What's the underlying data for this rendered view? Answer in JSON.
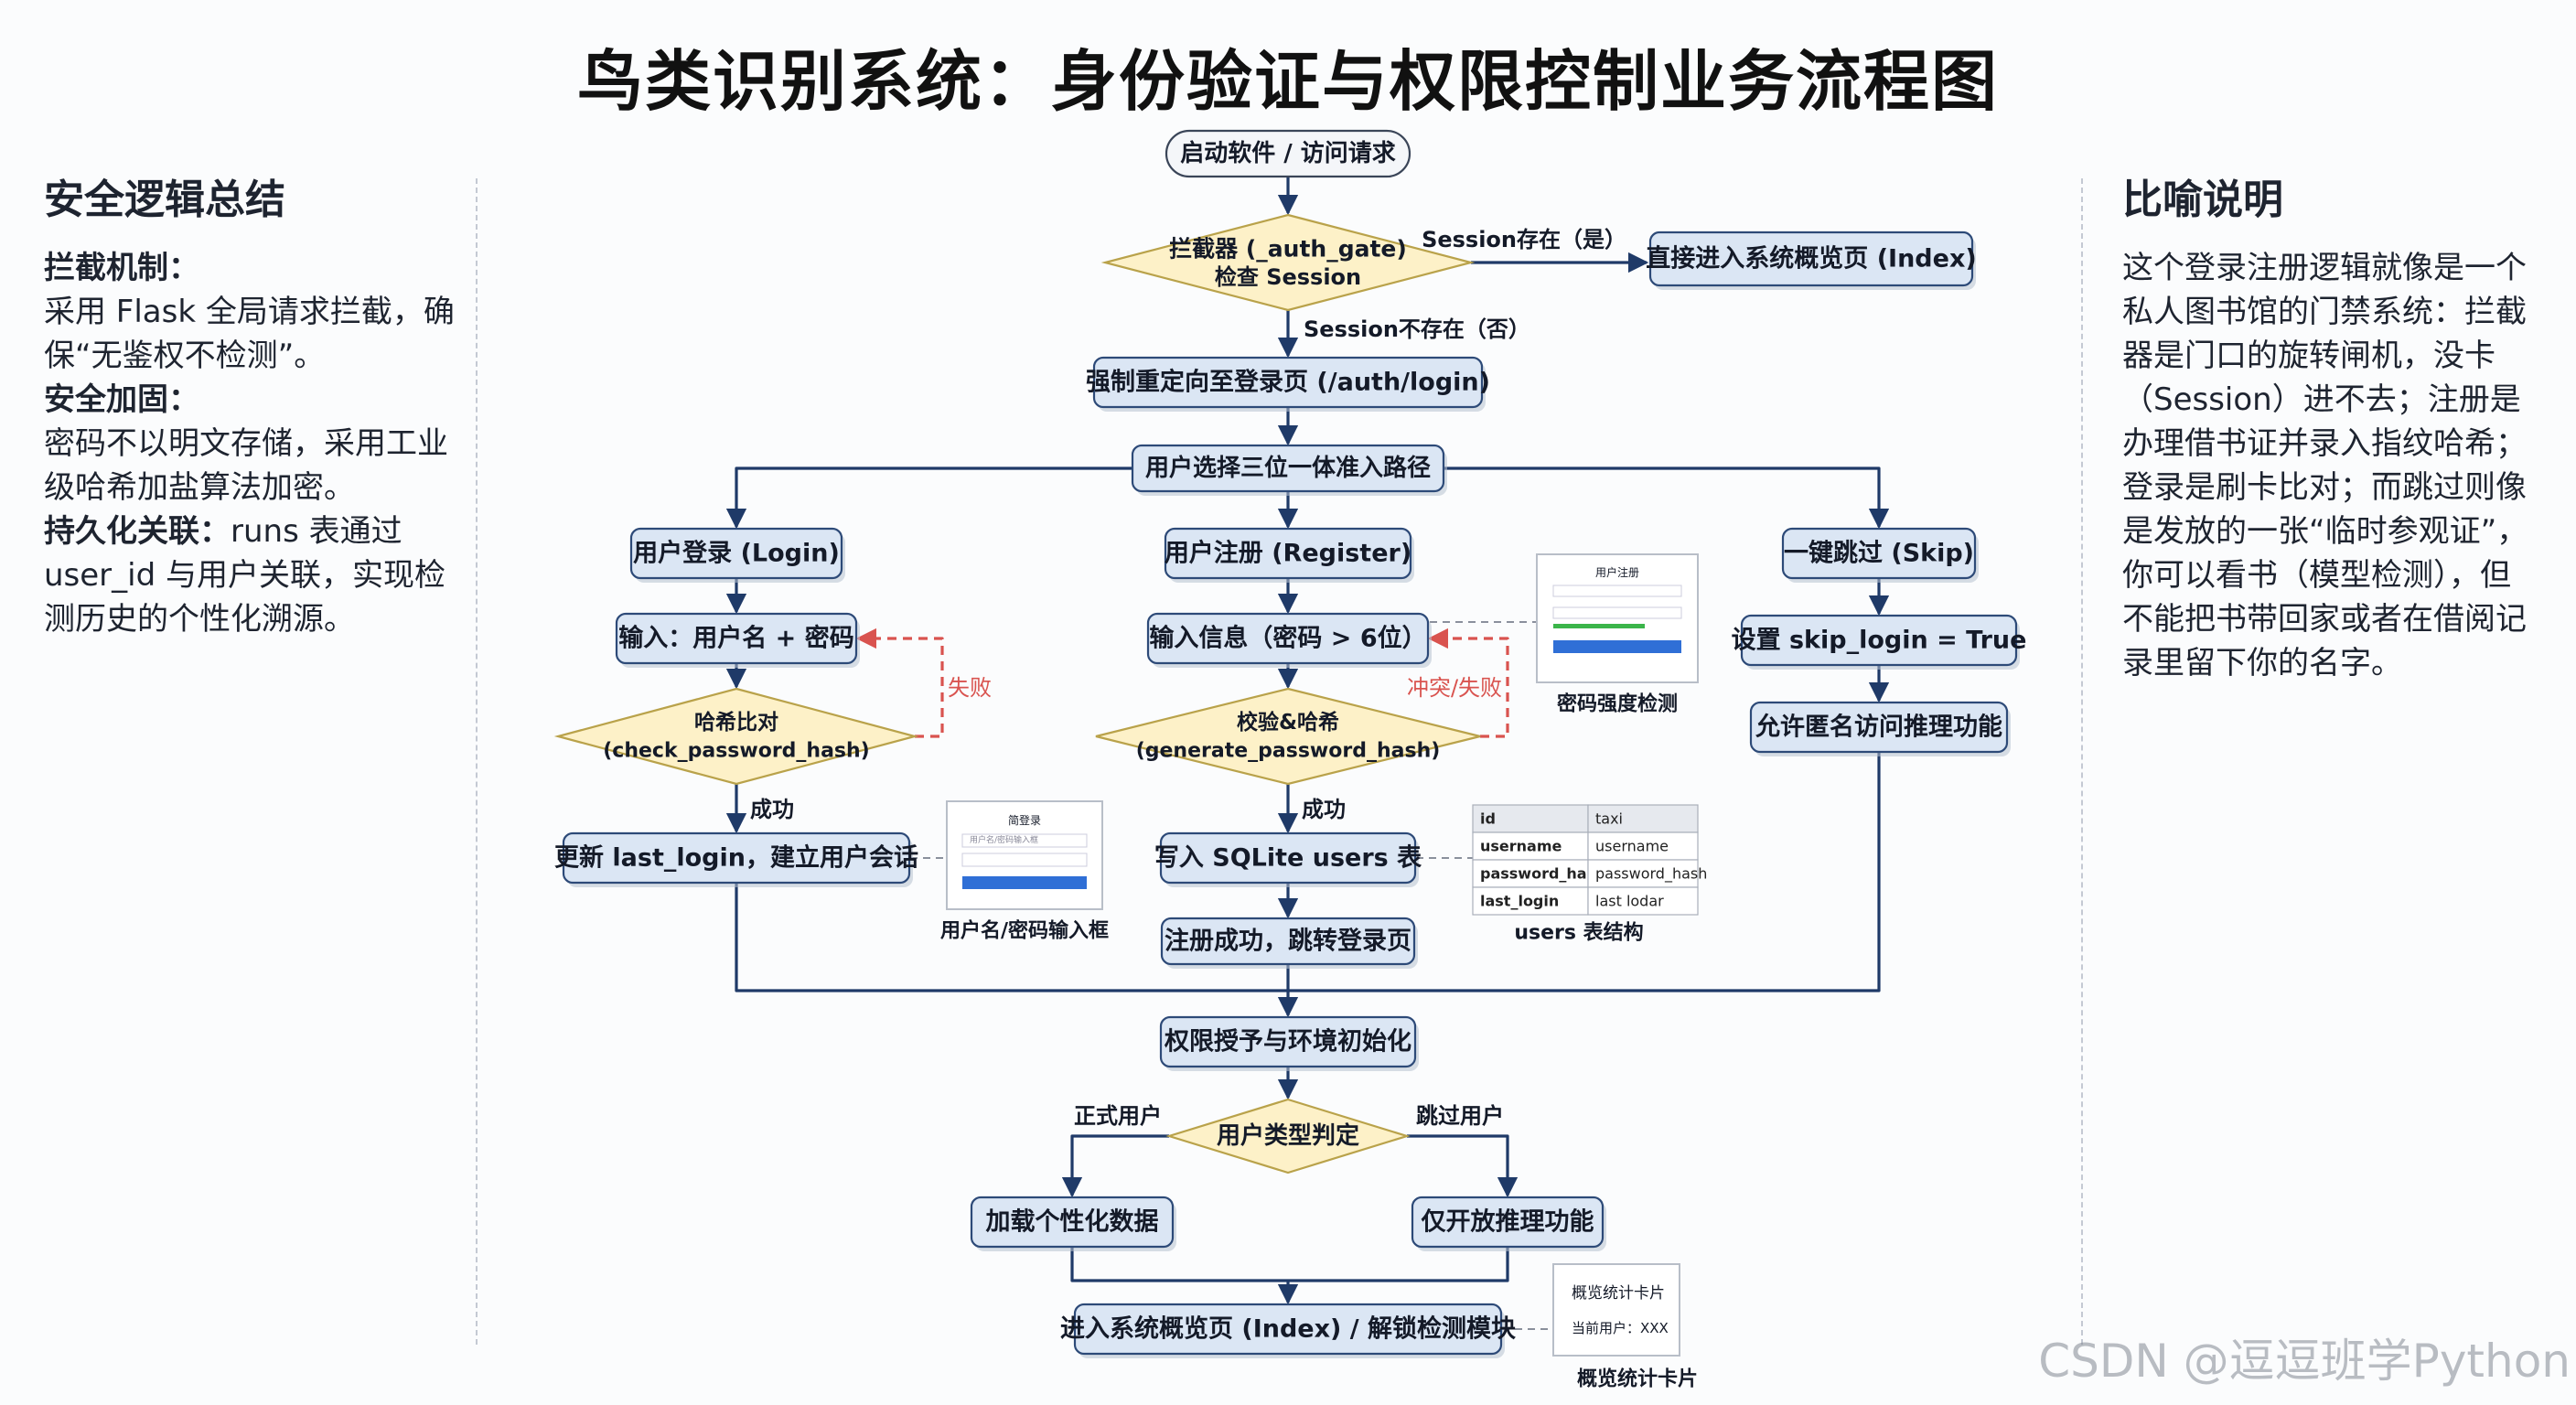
{
  "title": "鸟类识别系统：身份验证与权限控制业务流程图",
  "left_panel": {
    "heading": "安全逻辑总结",
    "items": [
      {
        "label": "拦截机制：",
        "text": "采用 Flask 全局请求拦截，确保“无鉴权不检测”。"
      },
      {
        "label": "安全加固：",
        "text": "密码不以明文存储，采用工业级哈希加盐算法加密。"
      },
      {
        "label": "持久化关联：",
        "text": "runs 表通过 user_id 与用户关联，实现检测历史的个性化溯源。"
      }
    ]
  },
  "right_panel": {
    "heading": "比喻说明",
    "text": "这个登录注册逻辑就像是一个私人图书馆的门禁系统：拦截器是门口的旋转闸机，没卡（Session）进不去；注册是办理借书证并录入指纹哈希；登录是刷卡比对；而跳过则像是发放的一张“临时参观证”，你可以看书（模型检测），但不能把书带回家或者在借阅记录里留下你的名字。"
  },
  "nodes": {
    "start": "启动软件 / 访问请求",
    "gate_l1": "拦截器 (_auth_gate)",
    "gate_l2": "检查 Session",
    "direct": "直接进入系统概览页 (Index)",
    "redirect": "强制重定向至登录页 (/auth/login)",
    "choose": "用户选择三位一体准入路径",
    "login": "用户登录 (Login)",
    "register": "用户注册 (Register)",
    "skip": "一键跳过 (Skip)",
    "input_login": "输入：用户名 + 密码",
    "input_reg": "输入信息（密码 > 6位）",
    "set_skip": "设置 skip_login = True",
    "check_l1": "哈希比对",
    "check_l2": "(check_password_hash)",
    "gen_l1": "校验&哈希",
    "gen_l2": "(generate_password_hash)",
    "anon": "允许匿名访问推理功能",
    "update": "更新 last_login，建立用户会话",
    "write": "写入 SQLite users 表",
    "reg_ok": "注册成功，跳转登录页",
    "grant": "权限授予与环境初始化",
    "type": "用户类型判定",
    "personal": "加载个性化数据",
    "infer_only": "仅开放推理功能",
    "enter": "进入系统概览页 (Index) / 解锁检测模块"
  },
  "edge_labels": {
    "session_yes": "Session存在（是）",
    "session_no": "Session不存在（否）",
    "fail": "失败",
    "conflict": "冲突/失败",
    "success": "成功",
    "formal_user": "正式用户",
    "skip_user": "跳过用户"
  },
  "thumbs": {
    "login_form": {
      "title": "简登录",
      "placeholder": "用户名/密码输入框",
      "caption": "用户名/密码输入框"
    },
    "pwd_strength": {
      "title": "用户注册",
      "caption": "密码强度检测"
    },
    "users_table": {
      "header": [
        "id",
        "taxi"
      ],
      "rows": [
        [
          "username",
          "username"
        ],
        [
          "password_hash",
          "password_hash"
        ],
        [
          "last_login",
          "last lodar"
        ]
      ],
      "caption": "users 表结构"
    },
    "stats_card": {
      "title": "概览统计卡片",
      "user": "当前用户：XXX",
      "caption": "概览统计卡片"
    }
  },
  "watermark": "CSDN @逗逗班学Python",
  "colors": {
    "node_fill": "#dbe6f4",
    "node_stroke": "#2d4a78",
    "diamond_fill": "#fdf1c8",
    "diamond_stroke": "#b9a24a",
    "arrow": "#1f3a68",
    "fail_arrow": "#d9534f"
  }
}
